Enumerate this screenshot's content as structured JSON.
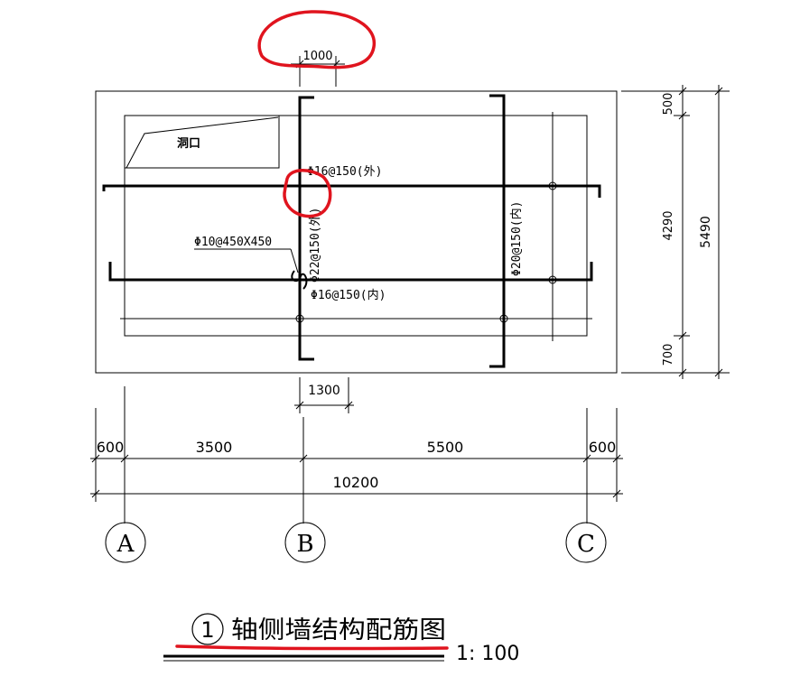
{
  "drawing": {
    "opening_label": "洞口",
    "rebar_outer_horizontal": "Φ16@150(外)",
    "rebar_outer_vertical": "Φ22@150(外)",
    "rebar_inner_horizontal": "Φ16@150(内)",
    "rebar_inner_vertical": "Φ20@150(内)",
    "tie_rebar": "Φ10@450X450"
  },
  "dimensions": {
    "top_width": "1000",
    "bottom_width": "1300",
    "right_top": "500",
    "right_middle": "4290",
    "right_bottom": "700",
    "right_total": "5490",
    "bottom_left_edge": "600",
    "bottom_span_ab": "3500",
    "bottom_span_bc": "5500",
    "bottom_right_edge": "600",
    "bottom_total": "10200"
  },
  "axes": [
    "A",
    "B",
    "C"
  ],
  "title": {
    "number": "1",
    "text": "轴侧墙结构配筋图",
    "scale": "1: 100"
  },
  "annotation_color": "#e0141e"
}
